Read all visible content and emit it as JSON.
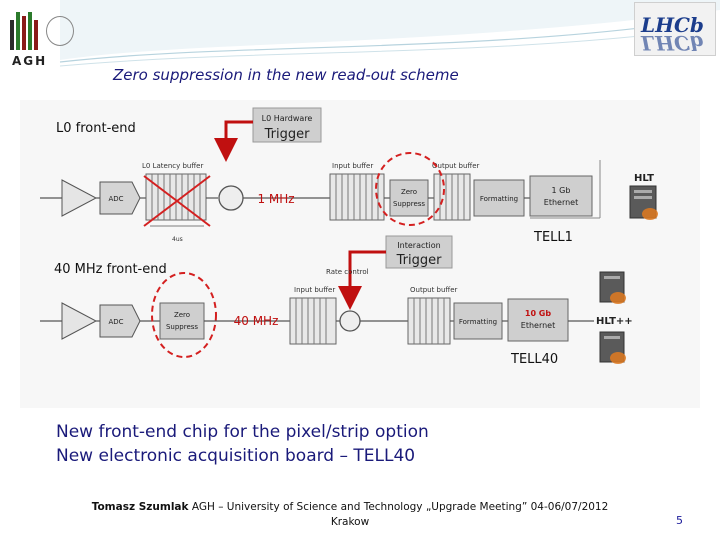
{
  "slide": {
    "title": "Zero suppression in the new read-out scheme",
    "logo_left": "AGH",
    "logo_right": "LHCb",
    "page_number": "5"
  },
  "diagram": {
    "l0_frontend_label": "L0 front-end",
    "l0_trigger_label_top": "L0 Hardware",
    "l0_trigger_label_main": "Trigger",
    "latency_buffer_label": "L0 Latency buffer",
    "adc_label": "ADC",
    "rate_1mhz": "1 MHz",
    "input_buffer_label": "Input buffer",
    "output_buffer_label": "Output buffer",
    "zero_suppress_label_1": "Zero",
    "zero_suppress_label_2": "Suppress",
    "formatting_label": "Formatting",
    "ethernet_1gb_line1": "1 Gb",
    "ethernet_1gb_line2": "Ethernet",
    "hlt_label": "HLT",
    "tell1_label": "TELL1",
    "latency_time_label": "4us",
    "interaction_trigger_top": "Interaction",
    "interaction_trigger_main": "Trigger",
    "rate_control_label": "Rate control",
    "frontend_40mhz_label": "40 MHz front-end",
    "rate_40mhz": "40 MHz",
    "ethernet_10gb_line1": "10 Gb",
    "ethernet_10gb_line2": "Ethernet",
    "hltpp_label": "HLT++",
    "tell40_label": "TELL40"
  },
  "notes": {
    "line1": "New front-end chip for the pixel/strip option",
    "line2": "New electronic acquisition board – TELL40"
  },
  "footer": {
    "author": "Tomasz Szumlak",
    "text": "AGH – University of Science and Technology „Upgrade Meeting” 04-06/07/2012",
    "location": "Krakow"
  },
  "colors": {
    "title": "#1a1a7a",
    "highlight": "#d42020",
    "arrow": "#c01010",
    "box_fill": "#d9d9d9"
  }
}
